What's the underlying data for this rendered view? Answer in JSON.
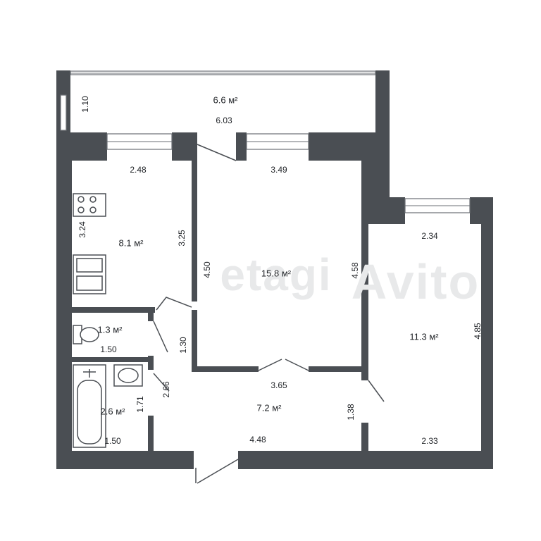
{
  "colors": {
    "wall": "#4a4e53",
    "text": "#1f2226",
    "watermark": "#e8e9ea"
  },
  "watermark": {
    "main": "etagi",
    "secondary": "Avito"
  },
  "rooms": {
    "balcony": {
      "area": "6.6 м²",
      "width": "6.03",
      "depth": "1.10"
    },
    "kitchen": {
      "area": "8.1 м²",
      "top": "2.48",
      "left": "3.24",
      "right": "3.25"
    },
    "living": {
      "area": "15.8 м²",
      "top": "3.49",
      "left": "4.50",
      "right": "4.58",
      "bottom": "3.65"
    },
    "bedroom": {
      "area": "11.3 м²",
      "top": "2.34",
      "right": "4.85",
      "bottom": "2.33"
    },
    "toilet": {
      "area": "1.3 м²",
      "width": "1.50",
      "height": "1.30"
    },
    "bathroom": {
      "area": "2.6 м²",
      "width": "1.50",
      "height": "1.71"
    },
    "hall": {
      "area": "7.2 м²",
      "bottom": "4.48",
      "diag": "2.66",
      "right": "1.38"
    }
  }
}
